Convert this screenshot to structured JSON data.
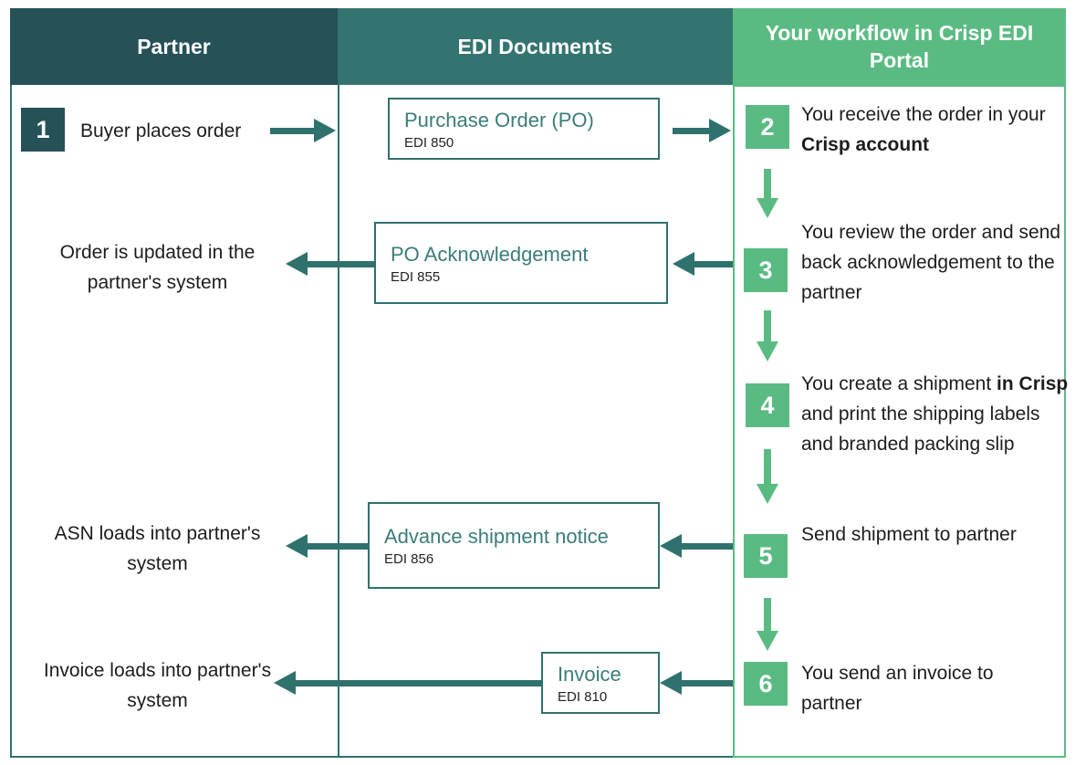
{
  "columns": [
    {
      "label": "Partner"
    },
    {
      "label": "EDI Documents"
    },
    {
      "label": "Your workflow in Crisp EDI Portal"
    }
  ],
  "partner": {
    "step": {
      "number": "1",
      "text": "Buyer places order"
    },
    "notes": [
      "Order is updated in the partner's system",
      "ASN loads into partner's system",
      "Invoice loads into partner's system"
    ]
  },
  "documents": [
    {
      "title": "Purchase Order (PO)",
      "code": "EDI 850"
    },
    {
      "title": "PO Acknowledgement",
      "code": "EDI 855"
    },
    {
      "title": "Advance shipment notice",
      "code": "EDI 856"
    },
    {
      "title": "Invoice",
      "code": "EDI 810"
    }
  ],
  "workflow": {
    "steps": [
      {
        "number": "2",
        "before": "You receive the order in your ",
        "bold": "Crisp account",
        "after": ""
      },
      {
        "number": "3",
        "before": "You review the order and send back acknowledgement to the partner",
        "bold": "",
        "after": ""
      },
      {
        "number": "4",
        "before": "You create a shipment ",
        "bold": "in Crisp",
        "after": " and print the shipping labels and branded packing slip"
      },
      {
        "number": "5",
        "before": "Send shipment to partner",
        "bold": "",
        "after": ""
      },
      {
        "number": "6",
        "before": "You send an invoice to partner",
        "bold": "",
        "after": ""
      }
    ]
  },
  "colors": {
    "dark_teal": "#255157",
    "teal": "#337470",
    "arrow_teal": "#2f716d",
    "green": "#5abb82",
    "box_title_teal": "#3a7d79",
    "body_text": "#1d1d1d"
  }
}
